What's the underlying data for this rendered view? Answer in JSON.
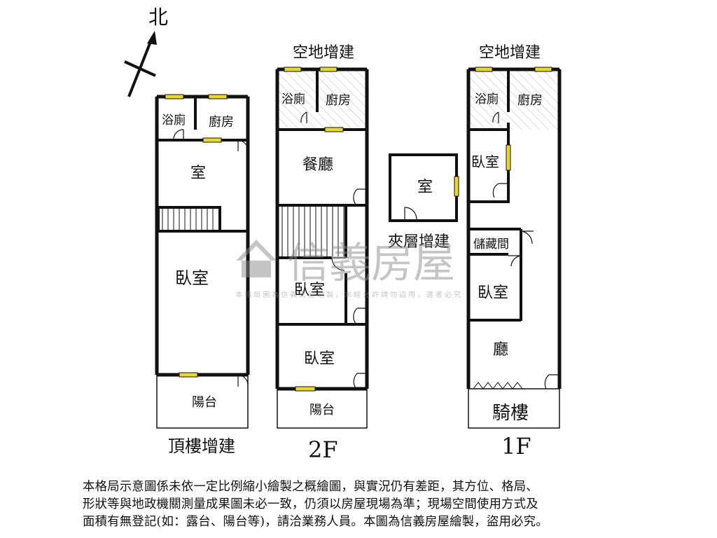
{
  "compass": {
    "label": "北"
  },
  "floors": {
    "roof": {
      "title": "頂樓增建",
      "rooms": {
        "bath": "浴廁",
        "kitchen": "廚房",
        "room": "室",
        "bedroom": "臥室",
        "balcony": "陽台"
      }
    },
    "f2": {
      "title": "2F",
      "annex": "空地增建",
      "rooms": {
        "bath": "浴廁",
        "kitchen": "廚房",
        "dining": "餐廳",
        "bedroom_a": "臥室",
        "bedroom_b": "臥室",
        "balcony": "陽台"
      }
    },
    "mezz": {
      "title": "夾層增建",
      "rooms": {
        "room": "室"
      }
    },
    "f1": {
      "title": "1F",
      "annex": "空地增建",
      "rooms": {
        "bath": "浴廁",
        "kitchen": "廚房",
        "bedroom_a": "臥室",
        "storage": "儲藏間",
        "bedroom_b": "臥室",
        "living": "廳",
        "arcade": "騎樓"
      }
    }
  },
  "watermark": {
    "brand": "信義房屋",
    "subtext": "本格局圖為信義房屋繪製，未經允許請勿盜用，違者必究"
  },
  "disclaimer": {
    "line1": "本格局示意圖係未依一定比例縮小繪製之概繪圖，與實況仍有差距，其方位、格局、",
    "line2": "形狀等與地政機關測量成果圖未必一致，仍須以房屋現場為準；現場空間使用方式及",
    "line3": "面積有無登記(如：露台、陽台等)，請洽業務人員。本圖為信義房屋繪製，盜用必究。"
  },
  "colors": {
    "wall": "#111111",
    "window": "#e8d830",
    "watermark": "#8c8c8c"
  }
}
